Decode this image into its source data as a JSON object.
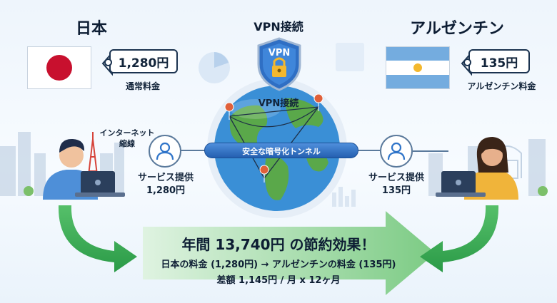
{
  "left": {
    "country": "日本",
    "price_tag": "1,280円",
    "price_caption": "通常料金",
    "line_label_1": "インターネット",
    "line_label_2": "縮線",
    "service_label": "サービス提供",
    "service_price": "1,280円"
  },
  "right": {
    "country": "アルゼンチン",
    "price_tag": "135円",
    "price_caption": "アルゼンチン料金",
    "service_label": "サービス提供",
    "service_price": "135円"
  },
  "center": {
    "title": "VPN接続",
    "shield_text": "VPN",
    "globe_label": "VPN接続",
    "tunnel_label": "安全な暗号化トンネル"
  },
  "savings": {
    "title": "年間 13,740円 の節約効果！",
    "line1": "日本の料金 (1,280円) → アルゼンチンの料金 (135円)",
    "line2": "差額 1,145円 / 月 x 12ヶ月"
  },
  "colors": {
    "globe_ocean": "#3a8fd6",
    "land": "#5aa84a",
    "tunnel": "#2f74c9",
    "arrow": "#3cb556",
    "japan_red": "#c8102e",
    "argentina_blue": "#74acdf",
    "sun": "#f3b82e"
  }
}
